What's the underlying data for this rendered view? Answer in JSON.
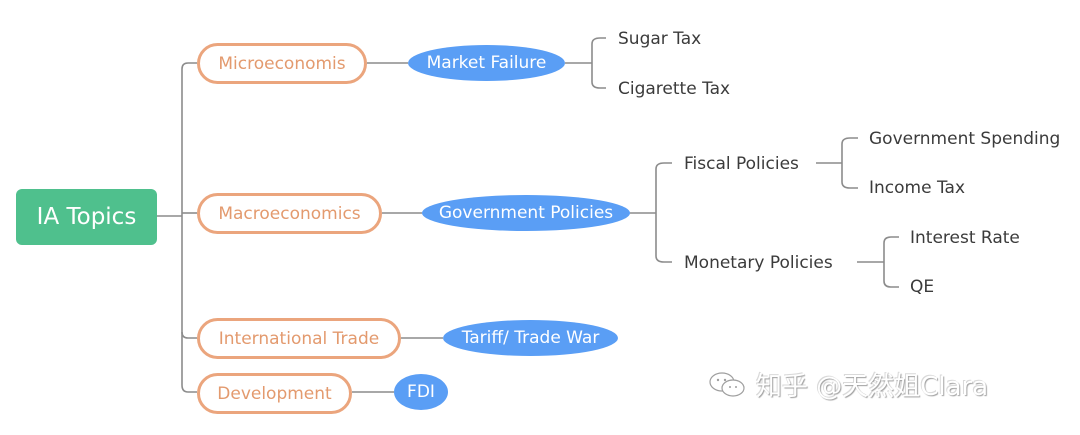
{
  "mindmap": {
    "root": {
      "label": "IA Topics",
      "color": "#4fc08d"
    },
    "topics": [
      {
        "label": "Microeconomis",
        "subtopic": "Market Failure",
        "children": [
          "Sugar Tax",
          "Cigarette Tax"
        ]
      },
      {
        "label": "Macroeconomics",
        "subtopic": "Government Policies",
        "children": [
          {
            "label": "Fiscal Policies",
            "children": [
              "Government Spending",
              "Income Tax"
            ]
          },
          {
            "label": "Monetary Policies",
            "children": [
              "Interest Rate",
              "QE"
            ]
          }
        ]
      },
      {
        "label": "International Trade",
        "subtopic": "Tariff/ Trade War"
      },
      {
        "label": "Development",
        "subtopic": "FDI"
      }
    ],
    "colors": {
      "topic_border": "#eba57d",
      "topic_text": "#e39a6e",
      "subtopic_fill": "#5a9ef5",
      "line": "#8c8c8c",
      "leaf_text": "#3b3b3b"
    }
  },
  "watermark": {
    "icon": "wechat-icon",
    "text": "知乎 @天然姐Clara"
  }
}
